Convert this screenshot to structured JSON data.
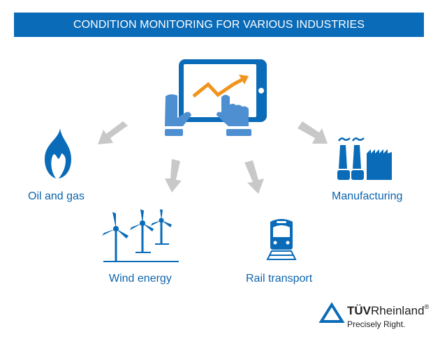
{
  "header": {
    "title": "CONDITION MONITORING FOR VARIOUS INDUSTRIES"
  },
  "colors": {
    "banner": "#0a6bb8",
    "icon_dark": "#0a6bb8",
    "icon_light": "#4d8fd1",
    "arrow_chart": "#f0941e",
    "arrow_gray": "#c8c8c8",
    "label_text": "#0d64ad"
  },
  "center": {
    "icon": "tablet-chart-hands-icon"
  },
  "industries": [
    {
      "label": "Oil and gas",
      "icon": "flame-icon"
    },
    {
      "label": "Wind energy",
      "icon": "wind-turbines-icon"
    },
    {
      "label": "Rail transport",
      "icon": "train-icon"
    },
    {
      "label": "Manufacturing",
      "icon": "factory-icon"
    }
  ],
  "logo": {
    "brand_bold": "TÜV",
    "brand_regular": "Rheinland",
    "registered": "®",
    "tagline": "Precisely Right."
  }
}
